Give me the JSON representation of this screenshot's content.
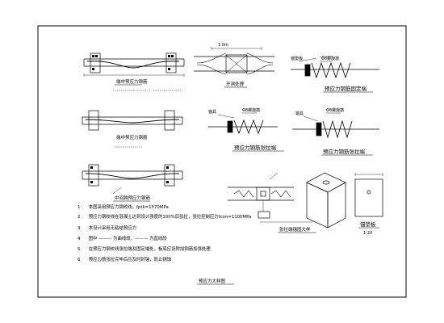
{
  "drawing": {
    "title": "预应力大样图",
    "details": {
      "detail_1": {
        "caption": "端中预应力钢筋"
      },
      "detail_2": {
        "caption": "端中预应力钢筋"
      },
      "detail_3": {
        "caption": "中间跨预应力钢筋"
      },
      "opening": {
        "caption": "开洞处理",
        "dim_label": "1.0m"
      },
      "fixed_end": {
        "caption": "预应力钢筋固定端",
        "label_a": "锚垫板",
        "label_b": "Φ8螺旋筋"
      },
      "tension_end": {
        "caption": "预应力钢筋张拉端",
        "label_a": "锚具",
        "label_b": "Φ8螺旋筋"
      },
      "anchorage_end": {
        "caption": "预应力钢筋张拉端",
        "label_a": "锚具",
        "label_b": "Φ8螺旋筋"
      },
      "anchor_block": {
        "caption": "张拉端锚固大样"
      },
      "anchor_plate": {
        "caption": "锚垫板",
        "scale": "1:20"
      }
    },
    "notes": [
      {
        "num": "1",
        "text": "本图采用预应力钢绞线，fptk=1570MPa"
      },
      {
        "num": "2",
        "text": "预应力钢绞线在混凝土达到设计强度的100%后张拉，张拉控制应力fcon=1100MPa"
      },
      {
        "num": "3",
        "text": "本设计采用无粘结预应力"
      },
      {
        "num": "4",
        "text": "图中 ——— 为曲线段，——— 为直线段"
      },
      {
        "num": "5",
        "text": "在预应力钢绞线张拉端及固定端处，板底应设附加钢筋加强处理"
      },
      {
        "num": "6",
        "text": "预应力筋张拉完毕后应及时封锚，防止锈蚀"
      }
    ]
  }
}
